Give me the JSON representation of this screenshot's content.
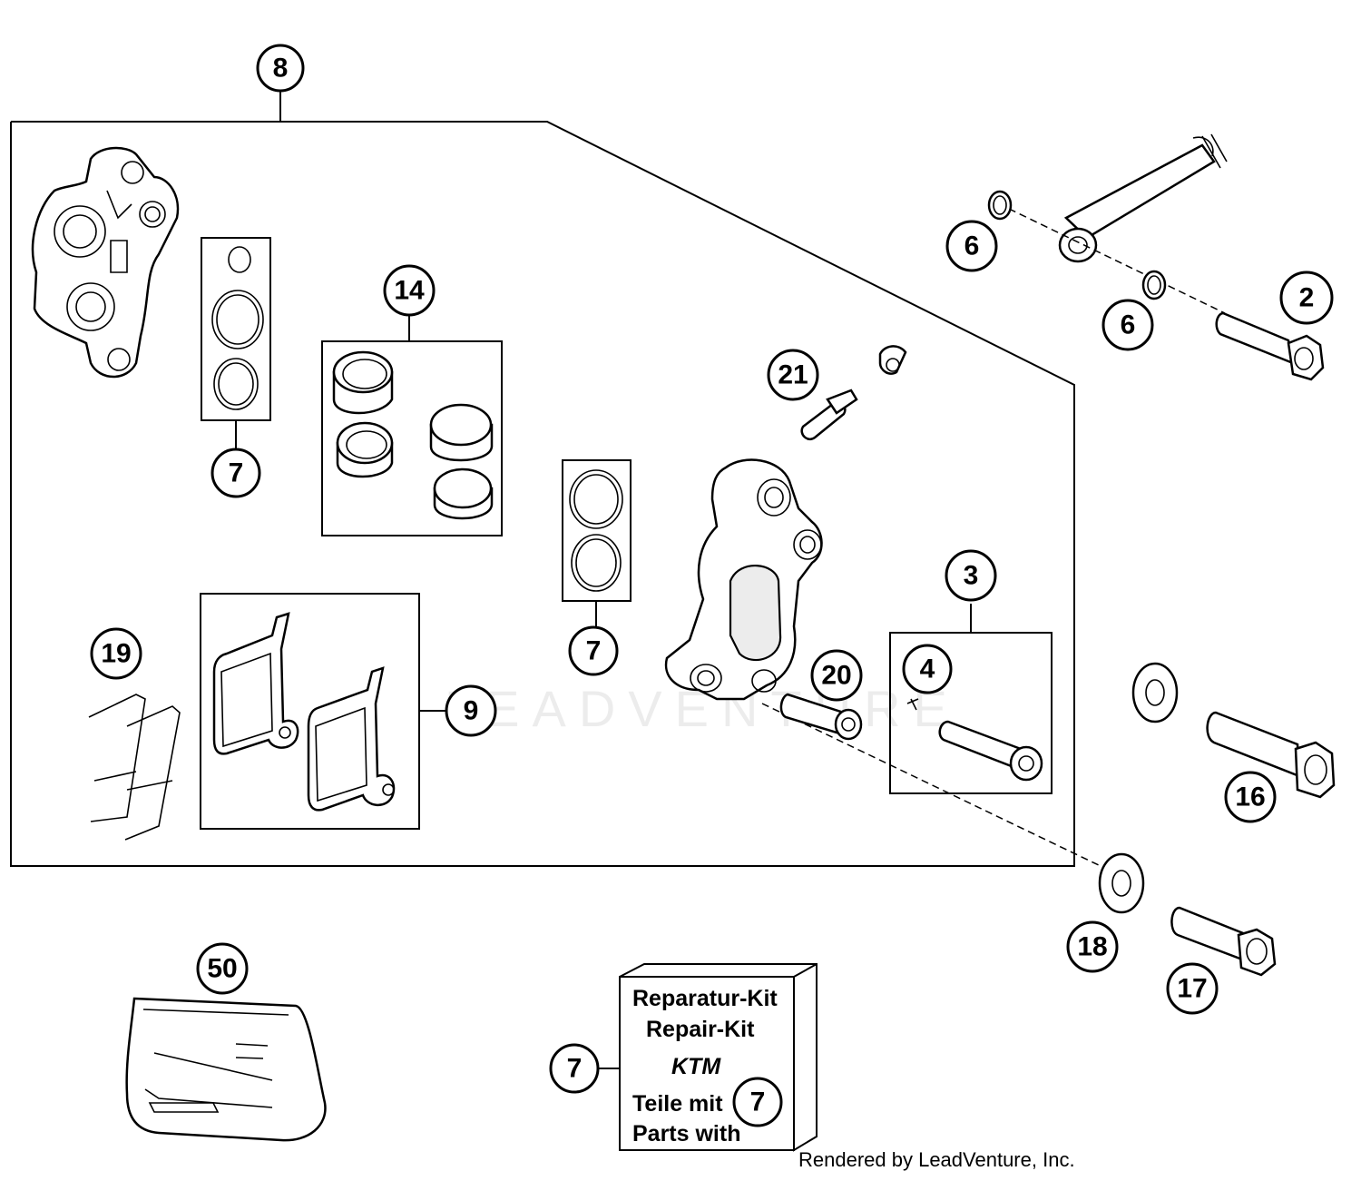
{
  "callouts": {
    "c8": "8",
    "c7a": "7",
    "c14": "14",
    "c7b": "7",
    "c19": "19",
    "c9": "9",
    "c6a": "6",
    "c6b": "6",
    "c2": "2",
    "c21": "21",
    "c3": "3",
    "c4": "4",
    "c20": "20",
    "c16": "16",
    "c18": "18",
    "c17": "17",
    "c50": "50",
    "c7c": "7",
    "c7d": "7"
  },
  "kit_box": {
    "line1": "Reparatur-Kit",
    "line2": "Repair-Kit",
    "logo": "KTM",
    "line3": "Teile mit",
    "line4": "Parts with"
  },
  "watermark": "LEADVENTURE",
  "footer": "Rendered by LeadVenture, Inc.",
  "colors": {
    "line": "#000000",
    "background": "#ffffff"
  }
}
